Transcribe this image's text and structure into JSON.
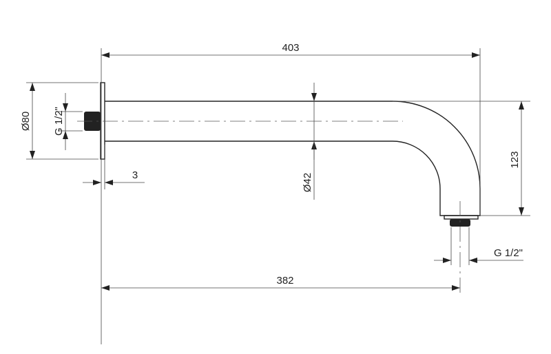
{
  "drawing": {
    "overall_length": "403",
    "projection_to_outlet": "382",
    "drop_height": "123",
    "wall_plate_diameter": "Ø80",
    "pipe_diameter": "Ø42",
    "plate_thickness": "3",
    "inlet_thread": "G 1/2\"",
    "outlet_thread": "G 1/2\""
  }
}
